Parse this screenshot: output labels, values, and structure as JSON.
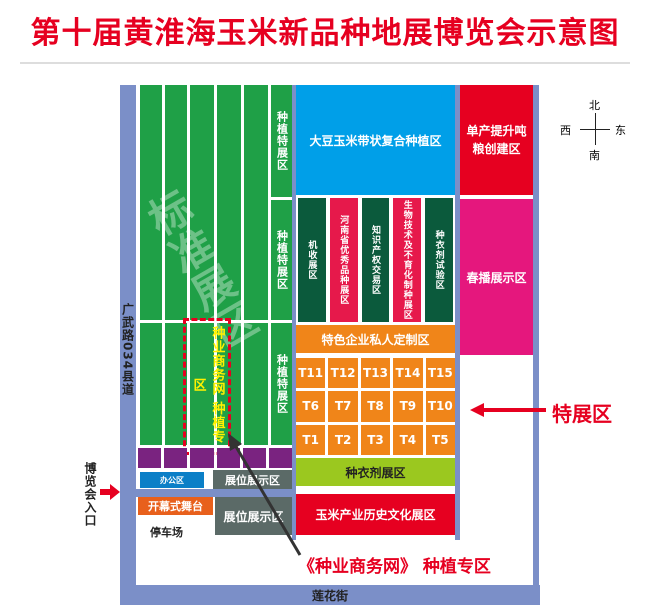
{
  "title": "第十届黄淮海玉米新品种地展博览会示意图",
  "roads": {
    "left": "广武路034县道",
    "bottom": "莲花街"
  },
  "entrance": "博览会入口",
  "zones": {
    "standard": "标准展区",
    "special_planting": [
      "种植特展区",
      "种植特展区",
      "种植特展区"
    ],
    "business_planting": "种业商务网 种植专区",
    "office": "办公区",
    "booth_top": "展位展示区",
    "stage": "开幕式舞台",
    "parking": "停车场",
    "booth_bottom": "展位展示区",
    "soybean": "大豆玉米带状复合种植区",
    "vertical": [
      "机收展区",
      "河南省优秀品种展区",
      "知识产权交易区",
      "生物技术及不育化制种展区",
      "种衣剂试验区"
    ],
    "custom": "特色企业私人定制区",
    "t_rows": [
      [
        "T11",
        "T12",
        "T13",
        "T14",
        "T15"
      ],
      [
        "T6",
        "T7",
        "T8",
        "T9",
        "T10"
      ],
      [
        "T1",
        "T2",
        "T3",
        "T4",
        "T5"
      ]
    ],
    "seed_coating": "种衣剂展区",
    "history": "玉米产业历史文化展区",
    "yield": "单产提升吨粮创建区",
    "spring": "春播展示区"
  },
  "special_label": "特展区",
  "callout": "《种业商务网》 种植专区",
  "compass": {
    "n": "北",
    "s": "南",
    "w": "西",
    "e": "东"
  },
  "colors": {
    "green": "#1fa047",
    "red": "#e60020",
    "blue": "#009fe8",
    "orange": "#f08519",
    "dark_green": "#0b5a3c",
    "purple": "#7a2380",
    "pink": "#e5177d"
  }
}
